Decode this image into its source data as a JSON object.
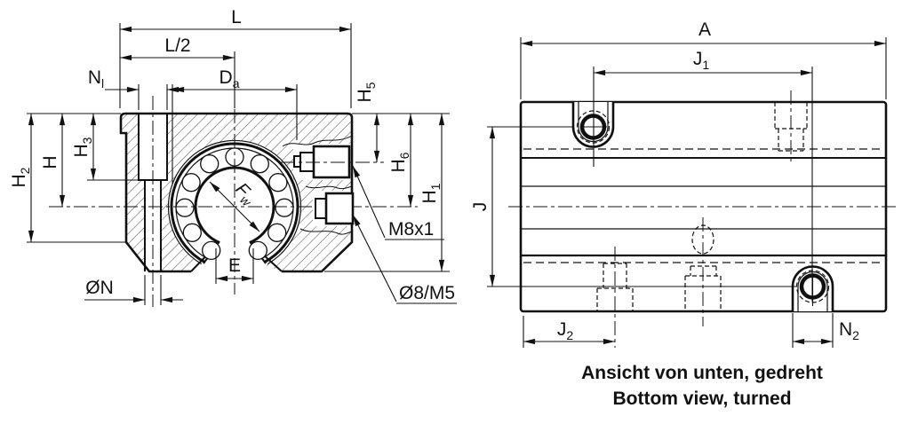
{
  "colors": {
    "line": "#111111",
    "background": "#ffffff"
  },
  "front_view": {
    "title": "front section view",
    "dim_labels": {
      "L": "L",
      "L_half": "L/2",
      "N_l": {
        "base": "N",
        "sub": "l"
      },
      "D_a": {
        "base": "D",
        "sub": "a"
      },
      "H5": {
        "base": "H",
        "sub": "5"
      },
      "H6": {
        "base": "H",
        "sub": "6"
      },
      "H1": {
        "base": "H",
        "sub": "1"
      },
      "H2": {
        "base": "H",
        "sub": "2"
      },
      "H": "H",
      "H3": {
        "base": "H",
        "sub": "3"
      },
      "F_w": {
        "base": "F",
        "sub": "w"
      },
      "E": "E",
      "N_dia": "ØN"
    },
    "callouts": {
      "grease_thread": "M8x1",
      "port_thread": "Ø8/M5"
    }
  },
  "bottom_view": {
    "title": "bottom view",
    "dim_labels": {
      "A": "A",
      "J1": {
        "base": "J",
        "sub": "1"
      },
      "J": "J",
      "J2": {
        "base": "J",
        "sub": "2"
      },
      "N2": {
        "base": "N",
        "sub": "2"
      }
    },
    "caption_de": "Ansicht von unten, gedreht",
    "caption_en": "Bottom view, turned"
  }
}
